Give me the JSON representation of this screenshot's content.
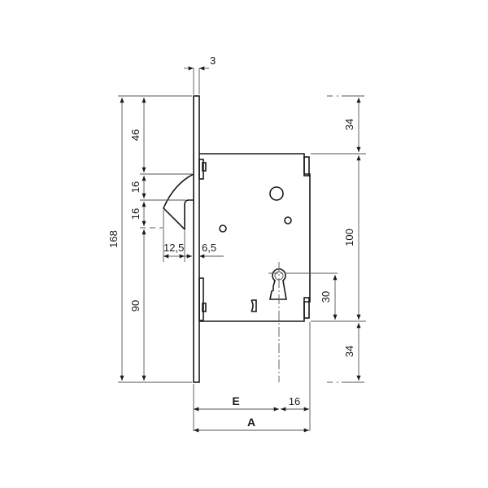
{
  "drawing": {
    "title": "Mortise lock technical drawing",
    "colors": {
      "line": "#1a1a1a",
      "dimension": "#555555",
      "background": "#ffffff"
    },
    "dimensions": {
      "faceplate_thickness": "3",
      "total_height": "168",
      "top_to_hook": "46",
      "hook_upper": "16",
      "hook_lower": "16",
      "bottom_section": "90",
      "hook_projection": "12,5",
      "hook_offset": "6,5",
      "top_margin_right": "34",
      "case_height": "100",
      "keyhole_to_bottom": "30",
      "bottom_margin_right": "34",
      "backset_label": "E",
      "backset_extra": "16",
      "overall_width_label": "A"
    }
  }
}
